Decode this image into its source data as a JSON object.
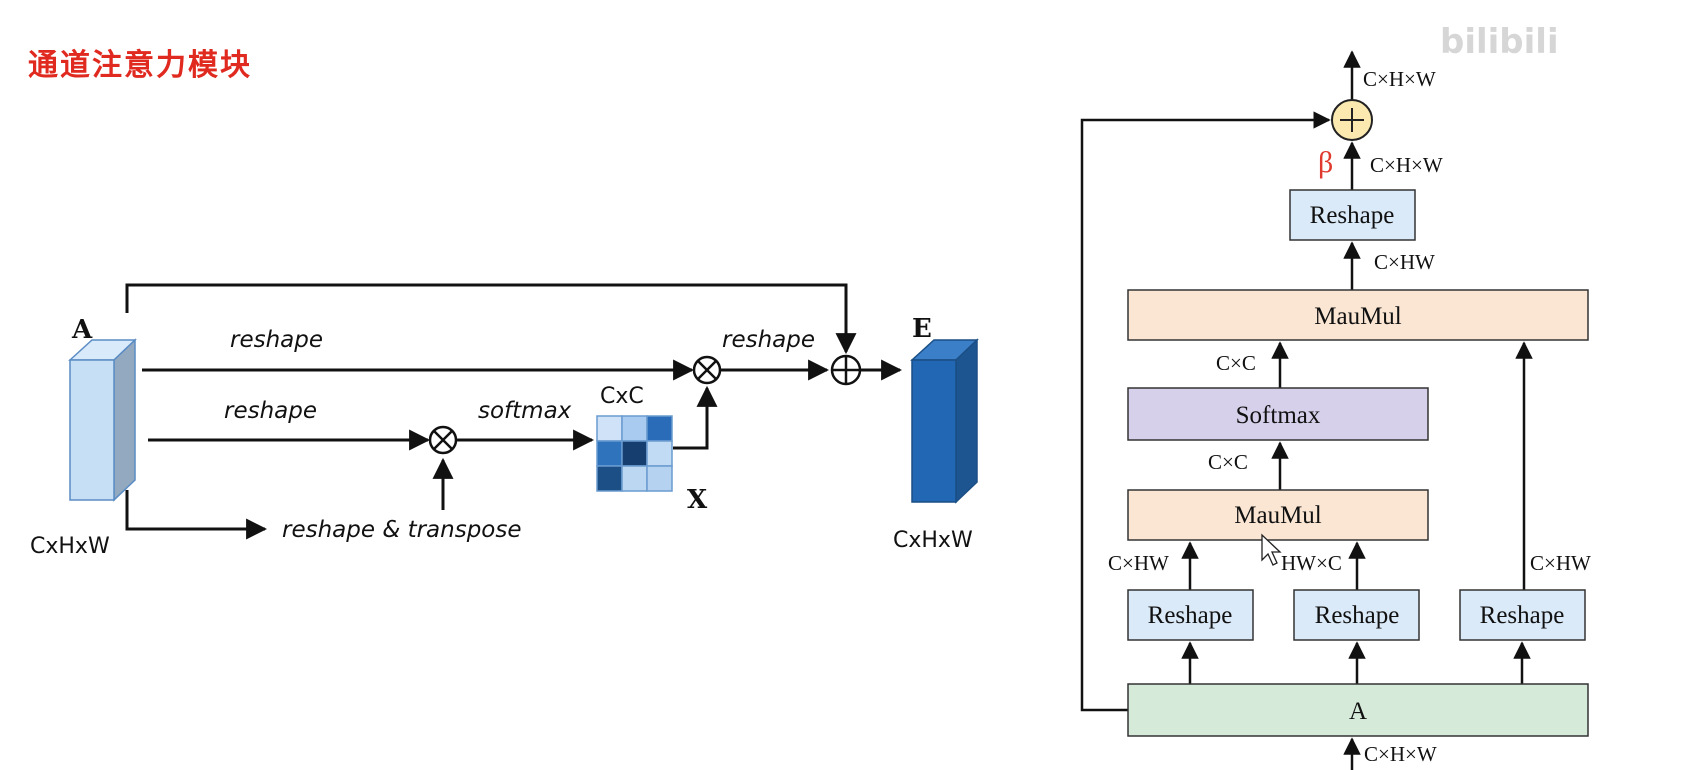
{
  "page": {
    "title": "通道注意力模块",
    "watermark": "bilibili"
  },
  "left_diagram": {
    "input_label": "A",
    "input_dims": "CxHxW",
    "output_label": "E",
    "output_dims": "CxHxW",
    "matrix_label": "X",
    "matrix_dims": "CxC",
    "edge_reshape_top": "reshape",
    "edge_reshape_mid": "reshape",
    "edge_reshape_transpose": "reshape & transpose",
    "edge_softmax": "softmax",
    "edge_reshape_out": "reshape",
    "colors": {
      "feature_light": "#c7dff5",
      "feature_side": "#93a9c0",
      "output_front": "#2167b4",
      "output_side": "#1d5591"
    }
  },
  "right_diagram": {
    "out_dims": "C×H×W",
    "beta": "β",
    "beta_dims": "C×H×W",
    "reshape_top": "Reshape",
    "reshape_top_in_dims": "C×HW",
    "matmul_top": "MauMul",
    "cc_top": "C×C",
    "softmax": "Softmax",
    "cc_bottom": "C×C",
    "matmul_bottom": "MauMul",
    "left_branch_dims": "C×HW",
    "mid_branch_dims": "HW×C",
    "right_branch_dims": "C×HW",
    "reshape_left": "Reshape",
    "reshape_mid": "Reshape",
    "reshape_right": "Reshape",
    "input_box": "A",
    "in_dims": "C×H×W",
    "colors": {
      "reshape_fill": "#dbeaf8",
      "matmul_fill": "#fbe6d4",
      "softmax_fill": "#d6d0ea",
      "input_fill": "#d5ead8",
      "plus_fill": "#fbe9b0",
      "beta_color": "#e03a2e"
    }
  }
}
